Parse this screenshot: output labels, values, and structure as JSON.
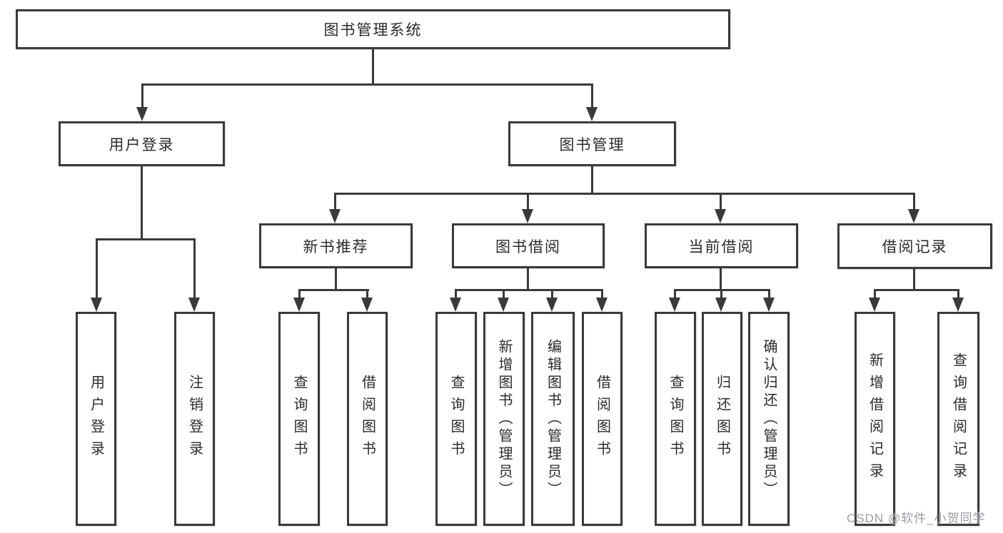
{
  "title": "图书管理系统",
  "tree": {
    "label": "图书管理系统",
    "children": [
      {
        "label": "用户登录",
        "children": [
          {
            "label": "用户登录"
          },
          {
            "label": "注销登录"
          }
        ]
      },
      {
        "label": "图书管理",
        "children": [
          {
            "label": "新书推荐",
            "children": [
              {
                "label": "查询图书"
              },
              {
                "label": "借阅图书"
              }
            ]
          },
          {
            "label": "图书借阅",
            "children": [
              {
                "label": "查询图书"
              },
              {
                "label": "新增图书（管理员）"
              },
              {
                "label": "编辑图书（管理员）"
              },
              {
                "label": "借阅图书"
              }
            ]
          },
          {
            "label": "当前借阅",
            "children": [
              {
                "label": "查询图书"
              },
              {
                "label": "归还图书"
              },
              {
                "label": "确认归还（管理员）"
              }
            ]
          },
          {
            "label": "借阅记录",
            "children": [
              {
                "label": "新增借阅记录"
              },
              {
                "label": "查询借阅记录"
              }
            ]
          }
        ]
      }
    ]
  },
  "watermark": "CSDN @软件_小贺同学",
  "colors": {
    "line": "#3a3a3a",
    "text": "#2b2b2b",
    "watermark": "#9a9ba3",
    "background": "#ffffff"
  }
}
